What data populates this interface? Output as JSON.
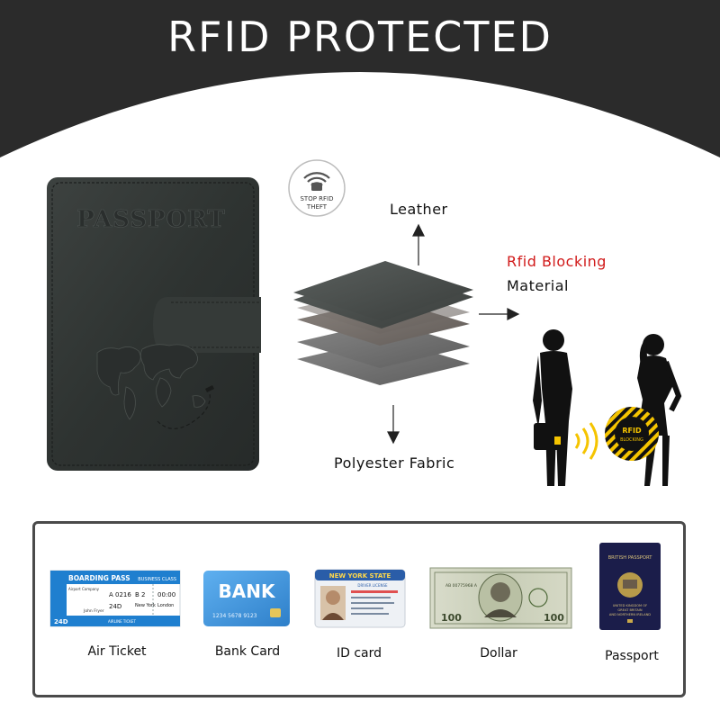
{
  "header": {
    "title": "RFID PROTECTED"
  },
  "passport_cover": {
    "emboss_text": "PASSPORT"
  },
  "badge": {
    "line1": "STOP RFID",
    "line2": "THEFT"
  },
  "layers": {
    "top": "Leather",
    "middle_line1": "Rfid Blocking",
    "middle_line2": "Material",
    "bottom": "Polyester Fabric"
  },
  "scene": {
    "tag_text_1": "RFID",
    "tag_text_2": "BLOCKING"
  },
  "items": [
    {
      "label": "Air Ticket"
    },
    {
      "label": "Bank Card"
    },
    {
      "label": "ID card"
    },
    {
      "label": "Dollar"
    },
    {
      "label": "Passport"
    }
  ],
  "ticket": {
    "title": "BOARDING PASS",
    "class": "BUSINESS CLASS",
    "airline": "Airport Company",
    "flight": "A 0216",
    "seat": "B 2",
    "time": "00:00",
    "gate": "24D",
    "from": "New York",
    "to": "London",
    "name": "John Fryer",
    "gate2": "24D",
    "footer": "AIRLINE TICKET"
  },
  "bank_card": {
    "title": "BANK",
    "number": "1234 5678 9123"
  },
  "id_card": {
    "state": "NEW YORK STATE",
    "subtitle": "DRIVER LICENSE"
  },
  "dollar": {
    "denomination": "100",
    "serial": "AB 00775968 A"
  },
  "uk_passport": {
    "title": "BRITISH PASSPORT",
    "line1": "UNITED KINGDOM OF",
    "line2": "GREAT BRITAIN",
    "line3": "AND NORTHERN IRELAND"
  },
  "colors": {
    "header": "#2b2b2b",
    "red_label": "#d11a1a",
    "ticket_blue": "#1f7fcf",
    "bank_blue": "#4a9be0",
    "passport_navy": "#1b1d4a",
    "rfid_yellow": "#f5c400"
  }
}
